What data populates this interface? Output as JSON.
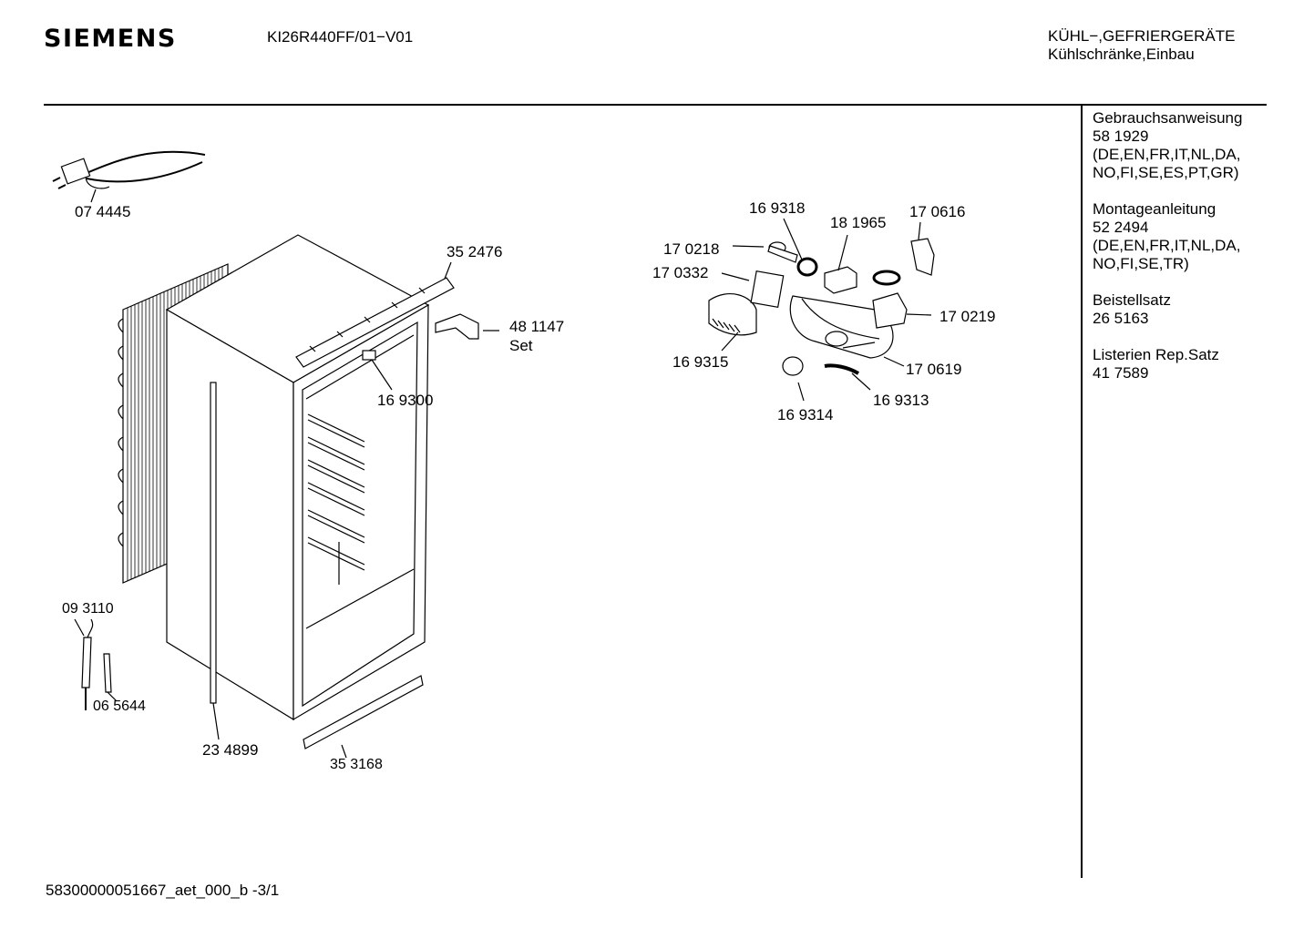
{
  "header": {
    "brand": "SIEMENS",
    "model": "KI26R440FF/01−V01",
    "category_line1": "KÜHL−,GEFRIERGERÄTE",
    "category_line2": "Kühlschränke,Einbau"
  },
  "sidebar": {
    "blocks": [
      {
        "title": "Gebrauchsanweisung",
        "number": "58 1929",
        "langs1": "(DE,EN,FR,IT,NL,DA,",
        "langs2": "NO,FI,SE,ES,PT,GR)"
      },
      {
        "title": "Montageanleitung",
        "number": "52 2494",
        "langs1": "(DE,EN,FR,IT,NL,DA,",
        "langs2": "NO,FI,SE,TR)"
      },
      {
        "title": "Beistellsatz",
        "number": "26 5163"
      },
      {
        "title": "Listerien Rep.Satz",
        "number": "41 7589"
      }
    ]
  },
  "parts": {
    "p074445": "07 4445",
    "p352476": "35 2476",
    "p481147": "48 1147",
    "p481147_set": "Set",
    "p169300": "16 9300",
    "p093110": "09 3110",
    "p065644": "06 5644",
    "p234899": "23 4899",
    "p353168": "35 3168",
    "p169318": "16 9318",
    "p181965": "18 1965",
    "p170616": "17 0616",
    "p170218": "17 0218",
    "p170332": "17 0332",
    "p170219": "17 0219",
    "p169315": "16 9315",
    "p170619": "17 0619",
    "p169313": "16 9313",
    "p169314": "16 9314"
  },
  "footer": {
    "doc_id": "58300000051667_aet_000_b",
    "page": "-3/1"
  }
}
